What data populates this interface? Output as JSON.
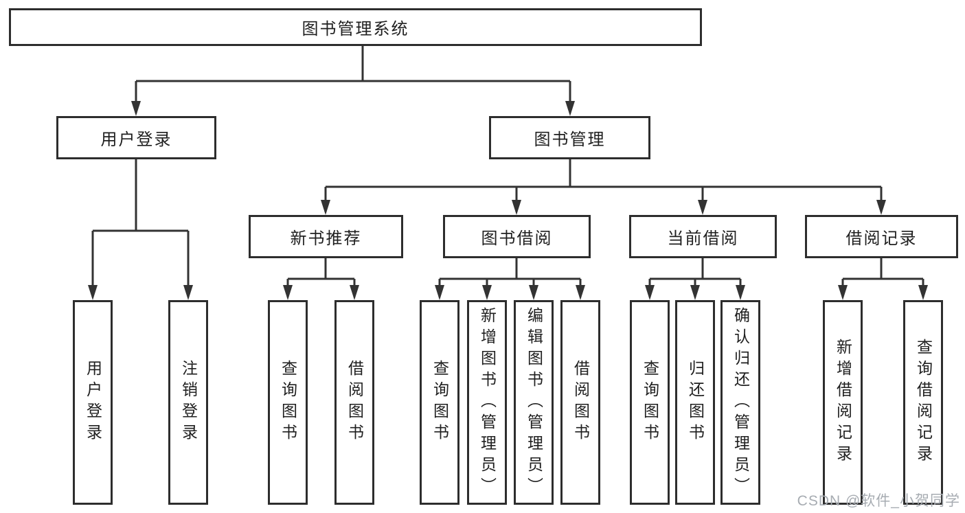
{
  "watermark": "CSDN @软件_小贺同学",
  "colors": {
    "line": "#333333",
    "box_border": "#2d2d2d",
    "text": "#1f1f1f",
    "background": "#ffffff",
    "watermark": "#a7acb2"
  },
  "nodes": {
    "root": {
      "label": "图书管理系统"
    },
    "level2": [
      {
        "label": "用户登录"
      },
      {
        "label": "图书管理"
      }
    ],
    "level3": [
      {
        "label": "新书推荐"
      },
      {
        "label": "图书借阅"
      },
      {
        "label": "当前借阅"
      },
      {
        "label": "借阅记录"
      }
    ],
    "leaves": {
      "user_login": [
        {
          "label": "用户登录"
        },
        {
          "label": "注销登录"
        }
      ],
      "new_book_recommend": [
        {
          "label": "查询图书"
        },
        {
          "label": "借阅图书"
        }
      ],
      "book_borrow": [
        {
          "label": "查询图书"
        },
        {
          "label": "新增图书（管理员）"
        },
        {
          "label": "编辑图书（管理员）"
        },
        {
          "label": "借阅图书"
        }
      ],
      "current_borrow": [
        {
          "label": "查询图书"
        },
        {
          "label": "归还图书"
        },
        {
          "label": "确认归还（管理员）"
        }
      ],
      "borrow_records": [
        {
          "label": "新增借阅记录"
        },
        {
          "label": "查询借阅记录"
        }
      ]
    }
  }
}
